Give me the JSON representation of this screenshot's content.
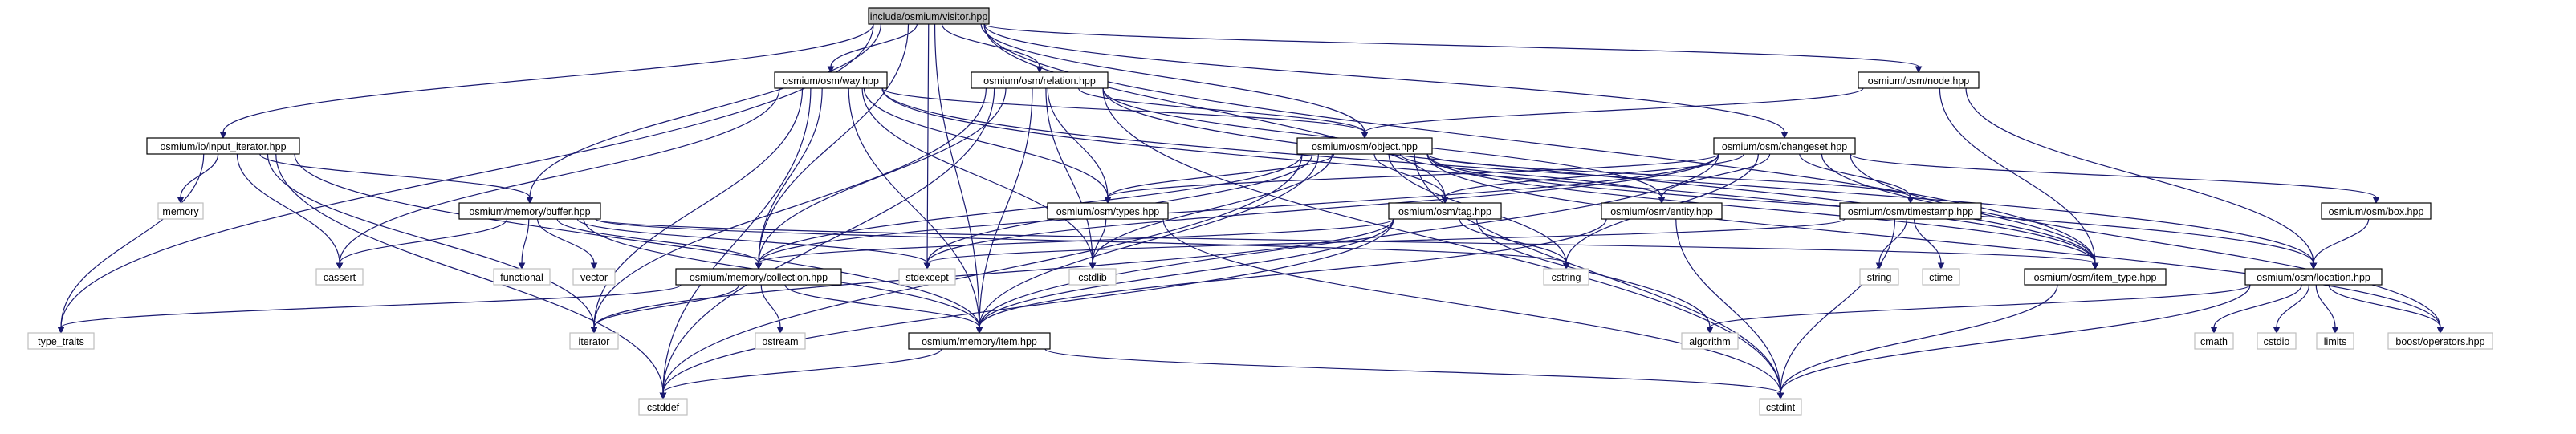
{
  "colors": {
    "edge": "#191970",
    "root_fill": "#bfbfbf",
    "local_border": "#000000",
    "system_border": "#bfbfbf",
    "background": "#ffffff"
  },
  "nodes": [
    {
      "id": "visitor",
      "label": "include/osmium/visitor.hpp",
      "kind": "root"
    },
    {
      "id": "way",
      "label": "osmium/osm/way.hpp",
      "kind": "local"
    },
    {
      "id": "relation",
      "label": "osmium/osm/relation.hpp",
      "kind": "local"
    },
    {
      "id": "node",
      "label": "osmium/osm/node.hpp",
      "kind": "local"
    },
    {
      "id": "input_iterator",
      "label": "osmium/io/input_iterator.hpp",
      "kind": "local"
    },
    {
      "id": "object",
      "label": "osmium/osm/object.hpp",
      "kind": "local"
    },
    {
      "id": "changeset",
      "label": "osmium/osm/changeset.hpp",
      "kind": "local"
    },
    {
      "id": "buffer",
      "label": "osmium/memory/buffer.hpp",
      "kind": "local"
    },
    {
      "id": "types",
      "label": "osmium/osm/types.hpp",
      "kind": "local"
    },
    {
      "id": "tag",
      "label": "osmium/osm/tag.hpp",
      "kind": "local"
    },
    {
      "id": "entity",
      "label": "osmium/osm/entity.hpp",
      "kind": "local"
    },
    {
      "id": "timestamp",
      "label": "osmium/osm/timestamp.hpp",
      "kind": "local"
    },
    {
      "id": "box",
      "label": "osmium/osm/box.hpp",
      "kind": "local"
    },
    {
      "id": "collection",
      "label": "osmium/memory/collection.hpp",
      "kind": "local"
    },
    {
      "id": "item_type",
      "label": "osmium/osm/item_type.hpp",
      "kind": "local"
    },
    {
      "id": "location",
      "label": "osmium/osm/location.hpp",
      "kind": "local"
    },
    {
      "id": "item",
      "label": "osmium/memory/item.hpp",
      "kind": "local"
    },
    {
      "id": "memory",
      "label": "memory",
      "kind": "system"
    },
    {
      "id": "cassert",
      "label": "cassert",
      "kind": "system"
    },
    {
      "id": "functional",
      "label": "functional",
      "kind": "system"
    },
    {
      "id": "vector",
      "label": "vector",
      "kind": "system"
    },
    {
      "id": "stdexcept",
      "label": "stdexcept",
      "kind": "system"
    },
    {
      "id": "cstdlib",
      "label": "cstdlib",
      "kind": "system"
    },
    {
      "id": "cstring",
      "label": "cstring",
      "kind": "system"
    },
    {
      "id": "string",
      "label": "string",
      "kind": "system"
    },
    {
      "id": "ctime",
      "label": "ctime",
      "kind": "system"
    },
    {
      "id": "type_traits",
      "label": "type_traits",
      "kind": "system"
    },
    {
      "id": "iterator",
      "label": "iterator",
      "kind": "system"
    },
    {
      "id": "ostream",
      "label": "ostream",
      "kind": "system"
    },
    {
      "id": "algorithm",
      "label": "algorithm",
      "kind": "system"
    },
    {
      "id": "cmath",
      "label": "cmath",
      "kind": "system"
    },
    {
      "id": "cstdio",
      "label": "cstdio",
      "kind": "system"
    },
    {
      "id": "limits",
      "label": "limits",
      "kind": "system"
    },
    {
      "id": "boost_operators",
      "label": "boost/operators.hpp",
      "kind": "system"
    },
    {
      "id": "cstddef",
      "label": "cstddef",
      "kind": "system"
    },
    {
      "id": "cstdint",
      "label": "cstdint",
      "kind": "system"
    }
  ],
  "edges": [
    [
      "visitor",
      "way"
    ],
    [
      "visitor",
      "relation"
    ],
    [
      "visitor",
      "node"
    ],
    [
      "visitor",
      "input_iterator"
    ],
    [
      "visitor",
      "object"
    ],
    [
      "visitor",
      "changeset"
    ],
    [
      "visitor",
      "buffer"
    ],
    [
      "visitor",
      "tag"
    ],
    [
      "visitor",
      "collection"
    ],
    [
      "visitor",
      "item"
    ],
    [
      "visitor",
      "item_type"
    ],
    [
      "visitor",
      "type_traits"
    ],
    [
      "visitor",
      "stdexcept"
    ],
    [
      "way",
      "object"
    ],
    [
      "way",
      "types"
    ],
    [
      "way",
      "collection"
    ],
    [
      "way",
      "item"
    ],
    [
      "way",
      "item_type"
    ],
    [
      "way",
      "location"
    ],
    [
      "way",
      "cassert"
    ],
    [
      "way",
      "cstdlib"
    ],
    [
      "way",
      "cstddef"
    ],
    [
      "way",
      "iterator"
    ],
    [
      "relation",
      "object"
    ],
    [
      "relation",
      "types"
    ],
    [
      "relation",
      "collection"
    ],
    [
      "relation",
      "item"
    ],
    [
      "relation",
      "item_type"
    ],
    [
      "relation",
      "entity"
    ],
    [
      "relation",
      "cstdlib"
    ],
    [
      "relation",
      "cstdint"
    ],
    [
      "relation",
      "iterator"
    ],
    [
      "relation",
      "cstddef"
    ],
    [
      "node",
      "object"
    ],
    [
      "node",
      "item_type"
    ],
    [
      "node",
      "location"
    ],
    [
      "input_iterator",
      "buffer"
    ],
    [
      "input_iterator",
      "item"
    ],
    [
      "input_iterator",
      "memory"
    ],
    [
      "input_iterator",
      "cassert"
    ],
    [
      "input_iterator",
      "type_traits"
    ],
    [
      "input_iterator",
      "iterator"
    ],
    [
      "input_iterator",
      "cstddef"
    ],
    [
      "object",
      "types"
    ],
    [
      "object",
      "tag"
    ],
    [
      "object",
      "entity"
    ],
    [
      "object",
      "timestamp"
    ],
    [
      "object",
      "collection"
    ],
    [
      "object",
      "item"
    ],
    [
      "object",
      "item_type"
    ],
    [
      "object",
      "location"
    ],
    [
      "object",
      "cstring"
    ],
    [
      "object",
      "cstdlib"
    ],
    [
      "object",
      "stdexcept"
    ],
    [
      "object",
      "cstdint"
    ],
    [
      "object",
      "cstddef"
    ],
    [
      "object",
      "boost_operators"
    ],
    [
      "changeset",
      "types"
    ],
    [
      "changeset",
      "tag"
    ],
    [
      "changeset",
      "entity"
    ],
    [
      "changeset",
      "timestamp"
    ],
    [
      "changeset",
      "box"
    ],
    [
      "changeset",
      "item_type"
    ],
    [
      "changeset",
      "collection"
    ],
    [
      "changeset",
      "item"
    ],
    [
      "changeset",
      "cstring"
    ],
    [
      "changeset",
      "stdexcept"
    ],
    [
      "changeset",
      "boost_operators"
    ],
    [
      "buffer",
      "collection"
    ],
    [
      "buffer",
      "item"
    ],
    [
      "buffer",
      "item_type"
    ],
    [
      "buffer",
      "cassert"
    ],
    [
      "buffer",
      "functional"
    ],
    [
      "buffer",
      "vector"
    ],
    [
      "buffer",
      "stdexcept"
    ],
    [
      "buffer",
      "cstring"
    ],
    [
      "types",
      "cstdint"
    ],
    [
      "types",
      "cstdlib"
    ],
    [
      "tag",
      "collection"
    ],
    [
      "tag",
      "item"
    ],
    [
      "tag",
      "cstring"
    ],
    [
      "tag",
      "algorithm"
    ],
    [
      "tag",
      "iterator"
    ],
    [
      "tag",
      "cstddef"
    ],
    [
      "entity",
      "item"
    ],
    [
      "entity",
      "cstdint"
    ],
    [
      "timestamp",
      "string"
    ],
    [
      "timestamp",
      "ctime"
    ],
    [
      "timestamp",
      "cstdint"
    ],
    [
      "timestamp",
      "stdexcept"
    ],
    [
      "box",
      "location"
    ],
    [
      "collection",
      "item"
    ],
    [
      "collection",
      "iterator"
    ],
    [
      "collection",
      "ostream"
    ],
    [
      "collection",
      "type_traits"
    ],
    [
      "item_type",
      "cstdint"
    ],
    [
      "location",
      "algorithm"
    ],
    [
      "location",
      "cmath"
    ],
    [
      "location",
      "cstdio"
    ],
    [
      "location",
      "limits"
    ],
    [
      "location",
      "boost_operators"
    ],
    [
      "location",
      "cstdint"
    ],
    [
      "item",
      "cstddef"
    ],
    [
      "item",
      "cstdint"
    ]
  ]
}
